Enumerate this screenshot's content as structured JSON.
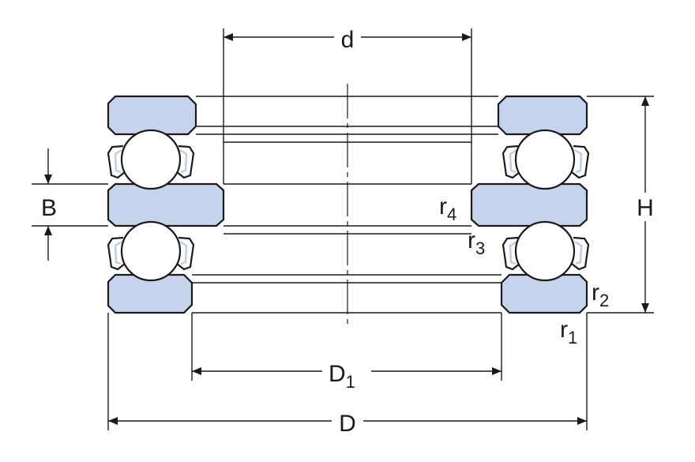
{
  "colors": {
    "ring_fill": "#c6d3ec",
    "ring_stroke": "#1a1a1a",
    "line": "#1a1a1a",
    "background": "#ffffff"
  },
  "labels": {
    "d": "d",
    "B": "B",
    "H": "H",
    "r4": {
      "base": "r",
      "sub": "4"
    },
    "r3": {
      "base": "r",
      "sub": "3"
    },
    "r2": {
      "base": "r",
      "sub": "2"
    },
    "r1": {
      "base": "r",
      "sub": "1"
    },
    "D1": {
      "base": "D",
      "sub": "1"
    },
    "D": "D"
  }
}
